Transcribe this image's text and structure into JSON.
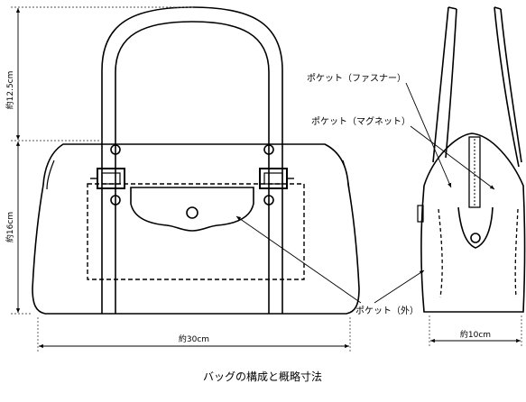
{
  "caption": "バッグの構成と概略寸法",
  "dimensions": {
    "handle_height": "約12.5cm",
    "body_height": "約16cm",
    "width": "約30cm",
    "depth": "約10cm"
  },
  "labels": {
    "pocket_zipper": "ポケット（ファスナー）",
    "pocket_magnet": "ポケット（マグネット）",
    "pocket_outer": "ポケット（外）"
  },
  "colors": {
    "line": "#000000",
    "guide": "#555555",
    "background": "#ffffff"
  }
}
